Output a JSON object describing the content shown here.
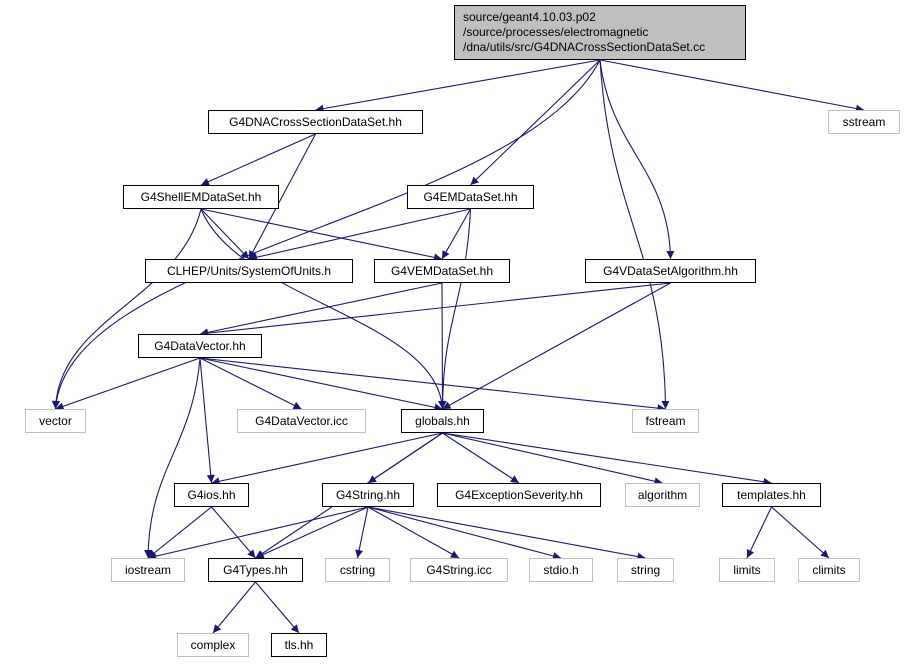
{
  "diagram": {
    "root": {
      "id": "root",
      "lines": [
        "source/geant4.10.03.p02",
        "/source/processes/electromagnetic",
        "/dna/utils/src/G4DNACrossSectionDataSet.cc"
      ]
    },
    "nodes": [
      {
        "id": "crossSectionHH",
        "label": "G4DNACrossSectionDataSet.hh",
        "kind": "main"
      },
      {
        "id": "sstream",
        "label": "sstream",
        "kind": "ext"
      },
      {
        "id": "shellEM",
        "label": "G4ShellEMDataSet.hh",
        "kind": "main"
      },
      {
        "id": "emData",
        "label": "G4EMDataSet.hh",
        "kind": "main"
      },
      {
        "id": "clhep",
        "label": "CLHEP/Units/SystemOfUnits.h",
        "kind": "main"
      },
      {
        "id": "vemData",
        "label": "G4VEMDataSet.hh",
        "kind": "main"
      },
      {
        "id": "vAlgo",
        "label": "G4VDataSetAlgorithm.hh",
        "kind": "main"
      },
      {
        "id": "dataVector",
        "label": "G4DataVector.hh",
        "kind": "main"
      },
      {
        "id": "vector",
        "label": "vector",
        "kind": "ext"
      },
      {
        "id": "dataVectorIcc",
        "label": "G4DataVector.icc",
        "kind": "ext"
      },
      {
        "id": "globals",
        "label": "globals.hh",
        "kind": "main"
      },
      {
        "id": "fstream",
        "label": "fstream",
        "kind": "ext"
      },
      {
        "id": "ios",
        "label": "G4ios.hh",
        "kind": "main"
      },
      {
        "id": "g4string",
        "label": "G4String.hh",
        "kind": "main"
      },
      {
        "id": "exception",
        "label": "G4ExceptionSeverity.hh",
        "kind": "main"
      },
      {
        "id": "algorithm",
        "label": "algorithm",
        "kind": "ext"
      },
      {
        "id": "templates",
        "label": "templates.hh",
        "kind": "main"
      },
      {
        "id": "iostream",
        "label": "iostream",
        "kind": "ext"
      },
      {
        "id": "types",
        "label": "G4Types.hh",
        "kind": "main"
      },
      {
        "id": "cstring",
        "label": "cstring",
        "kind": "ext"
      },
      {
        "id": "stringIcc",
        "label": "G4String.icc",
        "kind": "ext"
      },
      {
        "id": "stdio",
        "label": "stdio.h",
        "kind": "ext"
      },
      {
        "id": "string",
        "label": "string",
        "kind": "ext"
      },
      {
        "id": "limits",
        "label": "limits",
        "kind": "ext"
      },
      {
        "id": "climits",
        "label": "climits",
        "kind": "ext"
      },
      {
        "id": "complex",
        "label": "complex",
        "kind": "ext"
      },
      {
        "id": "tls",
        "label": "tls.hh",
        "kind": "main"
      }
    ],
    "edges": [
      [
        "root",
        "crossSectionHH"
      ],
      [
        "root",
        "sstream"
      ],
      [
        "root",
        "emData"
      ],
      [
        "root",
        "vAlgo"
      ],
      [
        "root",
        "vector"
      ],
      [
        "root",
        "fstream"
      ],
      [
        "crossSectionHH",
        "shellEM"
      ],
      [
        "crossSectionHH",
        "clhep"
      ],
      [
        "shellEM",
        "clhep"
      ],
      [
        "shellEM",
        "vemData"
      ],
      [
        "shellEM",
        "vector"
      ],
      [
        "shellEM",
        "globals"
      ],
      [
        "emData",
        "clhep"
      ],
      [
        "emData",
        "vemData"
      ],
      [
        "emData",
        "globals"
      ],
      [
        "vemData",
        "dataVector"
      ],
      [
        "vemData",
        "globals"
      ],
      [
        "vAlgo",
        "dataVector"
      ],
      [
        "vAlgo",
        "globals"
      ],
      [
        "dataVector",
        "vector"
      ],
      [
        "dataVector",
        "dataVectorIcc"
      ],
      [
        "dataVector",
        "globals"
      ],
      [
        "dataVector",
        "fstream"
      ],
      [
        "dataVector",
        "ios"
      ],
      [
        "dataVector",
        "iostream"
      ],
      [
        "globals",
        "ios"
      ],
      [
        "globals",
        "g4string"
      ],
      [
        "globals",
        "exception"
      ],
      [
        "globals",
        "algorithm"
      ],
      [
        "globals",
        "templates"
      ],
      [
        "globals",
        "types"
      ],
      [
        "ios",
        "iostream"
      ],
      [
        "ios",
        "types"
      ],
      [
        "g4string",
        "iostream"
      ],
      [
        "g4string",
        "types"
      ],
      [
        "g4string",
        "cstring"
      ],
      [
        "g4string",
        "stringIcc"
      ],
      [
        "g4string",
        "stdio"
      ],
      [
        "g4string",
        "string"
      ],
      [
        "templates",
        "limits"
      ],
      [
        "templates",
        "climits"
      ],
      [
        "types",
        "complex"
      ],
      [
        "types",
        "tls"
      ]
    ],
    "colors": {
      "edge": "#191970",
      "root_fill": "#bfbfbf",
      "main_border": "#000000",
      "ext_border": "#bfbfbf"
    }
  }
}
